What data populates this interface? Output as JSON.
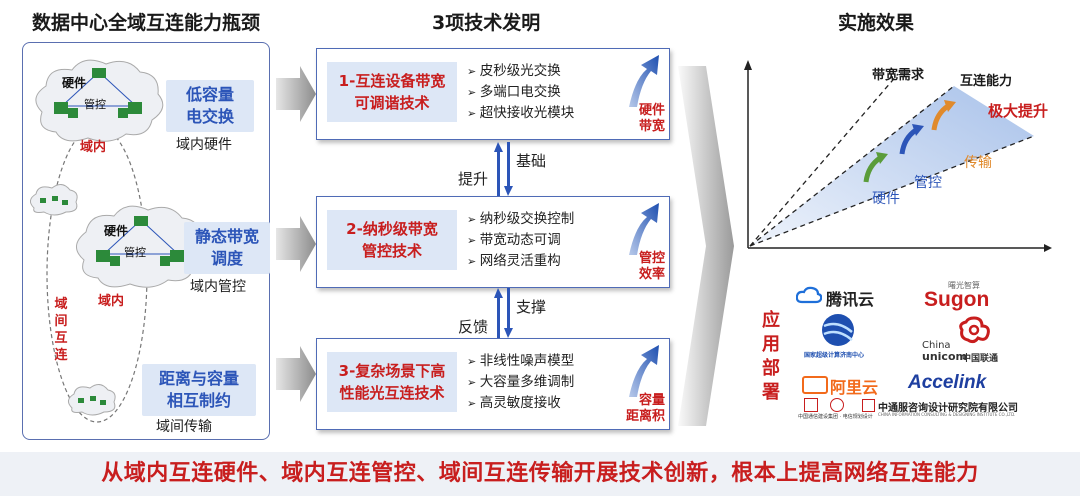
{
  "titles": {
    "left": "数据中心全域互连能力瓶颈",
    "middle": "3项技术发明",
    "right": "实施效果"
  },
  "left": {
    "cloud1_tag": "硬件",
    "cloud1_center": "管控",
    "cloud1_domain": "域内",
    "box1": [
      "低容量",
      "电交换"
    ],
    "cap1": "域内硬件",
    "cloud2_tag": "硬件",
    "cloud2_center": "管控",
    "cloud2_domain": "域内",
    "box2": [
      "静态带宽",
      "调度"
    ],
    "cap2": "域内管控",
    "inter_label": [
      "域",
      "间",
      "互",
      "连"
    ],
    "box3": [
      "距离与容量",
      "相互制约"
    ],
    "cap3": "域间传输"
  },
  "techs": [
    {
      "title": [
        "1-互连设备带宽",
        "可调谐技术"
      ],
      "items": [
        "皮秒级光交换",
        "多端口电交换",
        "超快接收光模块"
      ],
      "tag": [
        "硬件",
        "带宽"
      ]
    },
    {
      "title": [
        "2-纳秒级带宽",
        "管控技术"
      ],
      "items": [
        "纳秒级交换控制",
        "带宽动态可调",
        "网络灵活重构"
      ],
      "tag": [
        "管控",
        "效率"
      ]
    },
    {
      "title": [
        "3-复杂场景下高",
        "性能光互连技术"
      ],
      "items": [
        "非线性噪声模型",
        "大容量多维调制",
        "高灵敏度接收"
      ],
      "tag": [
        "容量",
        "距离积"
      ]
    }
  ],
  "links": {
    "l1_left": "提升",
    "l1_right": "基础",
    "l2_left": "反馈",
    "l2_right": "支撑"
  },
  "effect": {
    "demand": "带宽需求",
    "ability": "互连能力",
    "boost": "极大提升",
    "hardware": "硬件",
    "control": "管控",
    "transmission": "传输"
  },
  "application": {
    "label": [
      "应",
      "用",
      "部",
      "署"
    ],
    "logos": {
      "tencent": "腾讯云",
      "sugon_small": "曙光智算",
      "sugon": "Sugon",
      "nsc": "国家超级计算济南中心",
      "unicom_en1": "China",
      "unicom_en2": "unicom",
      "unicom_cn": "中国联通",
      "aliyun": "阿里云",
      "accelink": "Accelink",
      "eplan": "中国通信建设集团 · 电信规划设计",
      "cicc": "中通服咨询设计研究院有限公司",
      "cicc_en": "CHINA INFORMATION CONSULTING & DESIGNING INSTITUTE CO.,LTD."
    }
  },
  "bottom": "从域内互连硬件、域内互连管控、域间互连传输开展技术创新，根本上提高网络互连能力",
  "colors": {
    "red": "#c81e1e",
    "blue": "#2c55b8",
    "lightblue": "#dde7f6",
    "frame": "#4f6bb6"
  }
}
